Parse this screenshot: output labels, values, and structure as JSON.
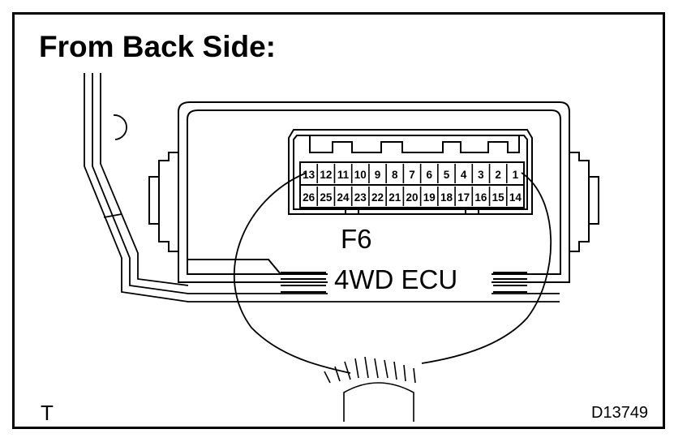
{
  "figure": {
    "title": "From Back Side:",
    "connector_code": "F6",
    "component_name": "4WD ECU",
    "corner_letter": "T",
    "figure_code": "D13749"
  },
  "connector": {
    "top_row_pins": [
      "13",
      "12",
      "11",
      "10",
      "9",
      "8",
      "7",
      "6",
      "5",
      "4",
      "3",
      "2",
      "1"
    ],
    "bottom_row_pins": [
      "26",
      "25",
      "24",
      "23",
      "22",
      "21",
      "20",
      "19",
      "18",
      "17",
      "16",
      "15",
      "14"
    ]
  }
}
